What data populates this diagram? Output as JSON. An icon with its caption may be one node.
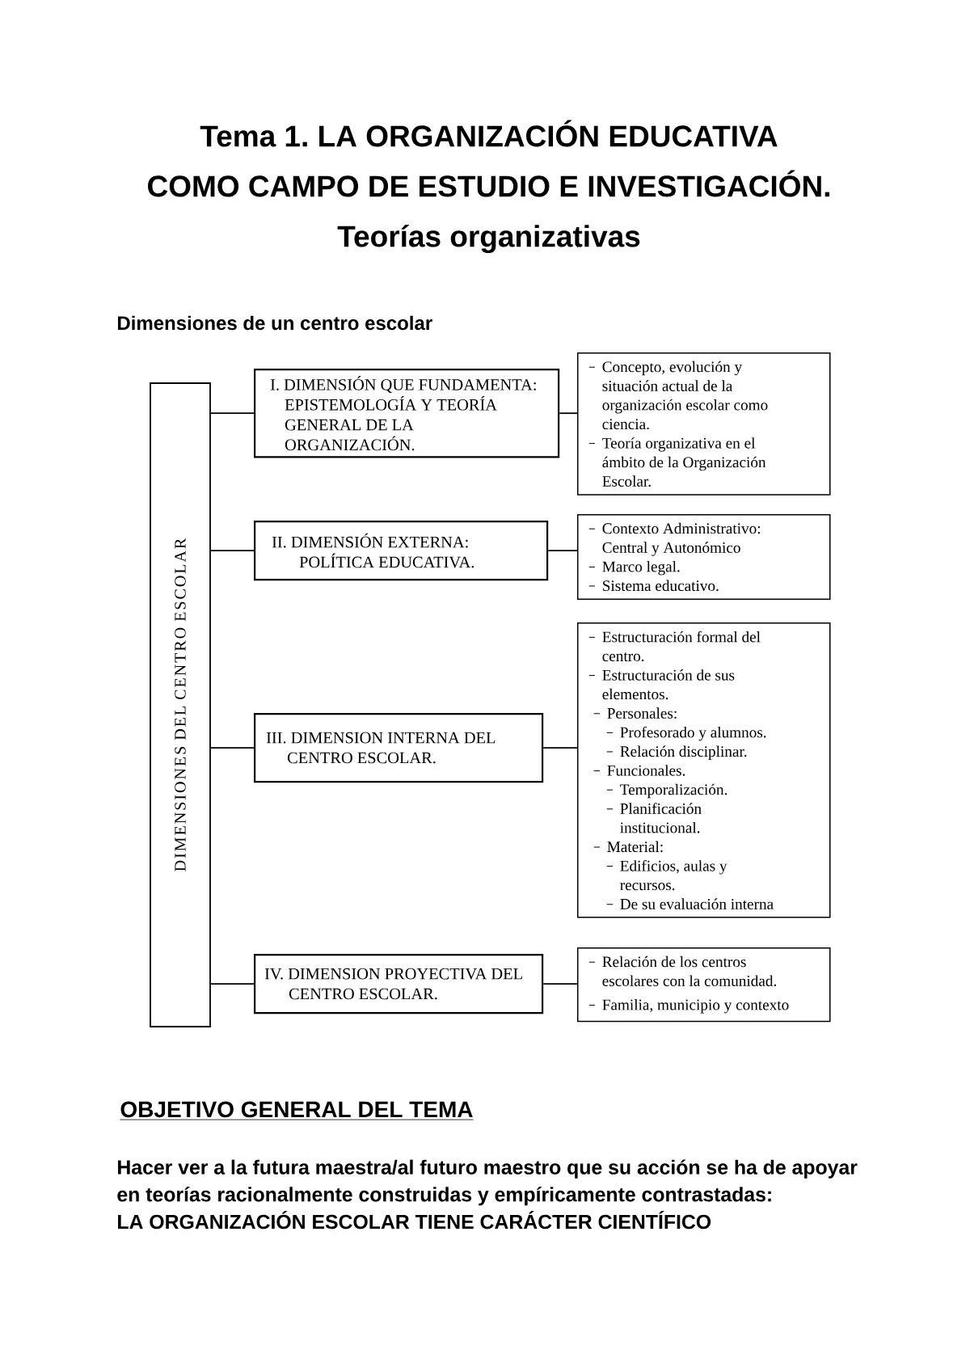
{
  "diagram": {
    "title": "Tema 1. LA ORGANIZACIÓN EDUCATIVA COMO CAMPO DE ESTUDIO E INVESTIGACIÓN. Teorías organizativas",
    "nodes": [
      {
        "text": [
          "DIMENSIONES DEL CENTRO ESCOLAR"
        ]
      },
      {
        "text": [
          "I. DIMENSIÓN QUE FUNDAMENTA: EPISTEMOLOGÍA Y TEORÍA GENERAL DE LA ORGANIZACIÓN."
        ]
      },
      {
        "text": [
          "Concepto, evolución y situación actual de la organización escolar como ciencia.",
          "Teoría organizativa en el ámbito de la Organización Escolar."
        ]
      },
      {
        "text": [
          "II. DIMENSIÓN EXTERNA: POLÍTICA EDUCATIVA."
        ]
      },
      {
        "text": [
          "Contexto Administrativo: Central y Autonómico",
          "Marco legal.",
          "Sistema educativo."
        ]
      },
      {
        "text": [
          "III. DIMENSION INTERNA DEL CENTRO ESCOLAR."
        ]
      },
      {
        "text": [
          "Estructuración formal del centro.",
          "Estructuración de sus elementos.",
          "Personales:",
          "Profesorado y alumnos.",
          "Relación disciplinar.",
          "Funcionales.",
          "Temporalización.",
          "Planificación institucional.",
          "Material:",
          "Edificios, aulas y recursos.",
          "De su evaluación interna"
        ]
      },
      {
        "text": [
          "IV. DIMENSION PROYECTIVA DEL CENTRO ESCOLAR."
        ]
      },
      {
        "text": [
          "Relación de los centros escolares con la comunidad.",
          "Familia, municipio y contexto"
        ]
      }
    ],
    "edges": [
      {
        "from": 0,
        "to": 1,
        "arrow": "none"
      },
      {
        "from": 1,
        "to": 2,
        "arrow": "none"
      },
      {
        "from": 0,
        "to": 3,
        "arrow": "none"
      },
      {
        "from": 3,
        "to": 4,
        "arrow": "none"
      },
      {
        "from": 0,
        "to": 5,
        "arrow": "none"
      },
      {
        "from": 5,
        "to": 6,
        "arrow": "none"
      },
      {
        "from": 0,
        "to": 7,
        "arrow": "none"
      },
      {
        "from": 7,
        "to": 8,
        "arrow": "none"
      }
    ],
    "labels": [
      "Dimensiones de un centro escolar",
      "OBJETIVO GENERAL DEL TEMA",
      "Hacer ver a la futura maestra/al futuro maestro que su acción se ha de apoyar en teorías racionalmente construidas y empíricamente contrastadas:",
      "LA ORGANIZACIÓN ESCOLAR TIENE CARÁCTER CIENTÍFICO"
    ]
  }
}
